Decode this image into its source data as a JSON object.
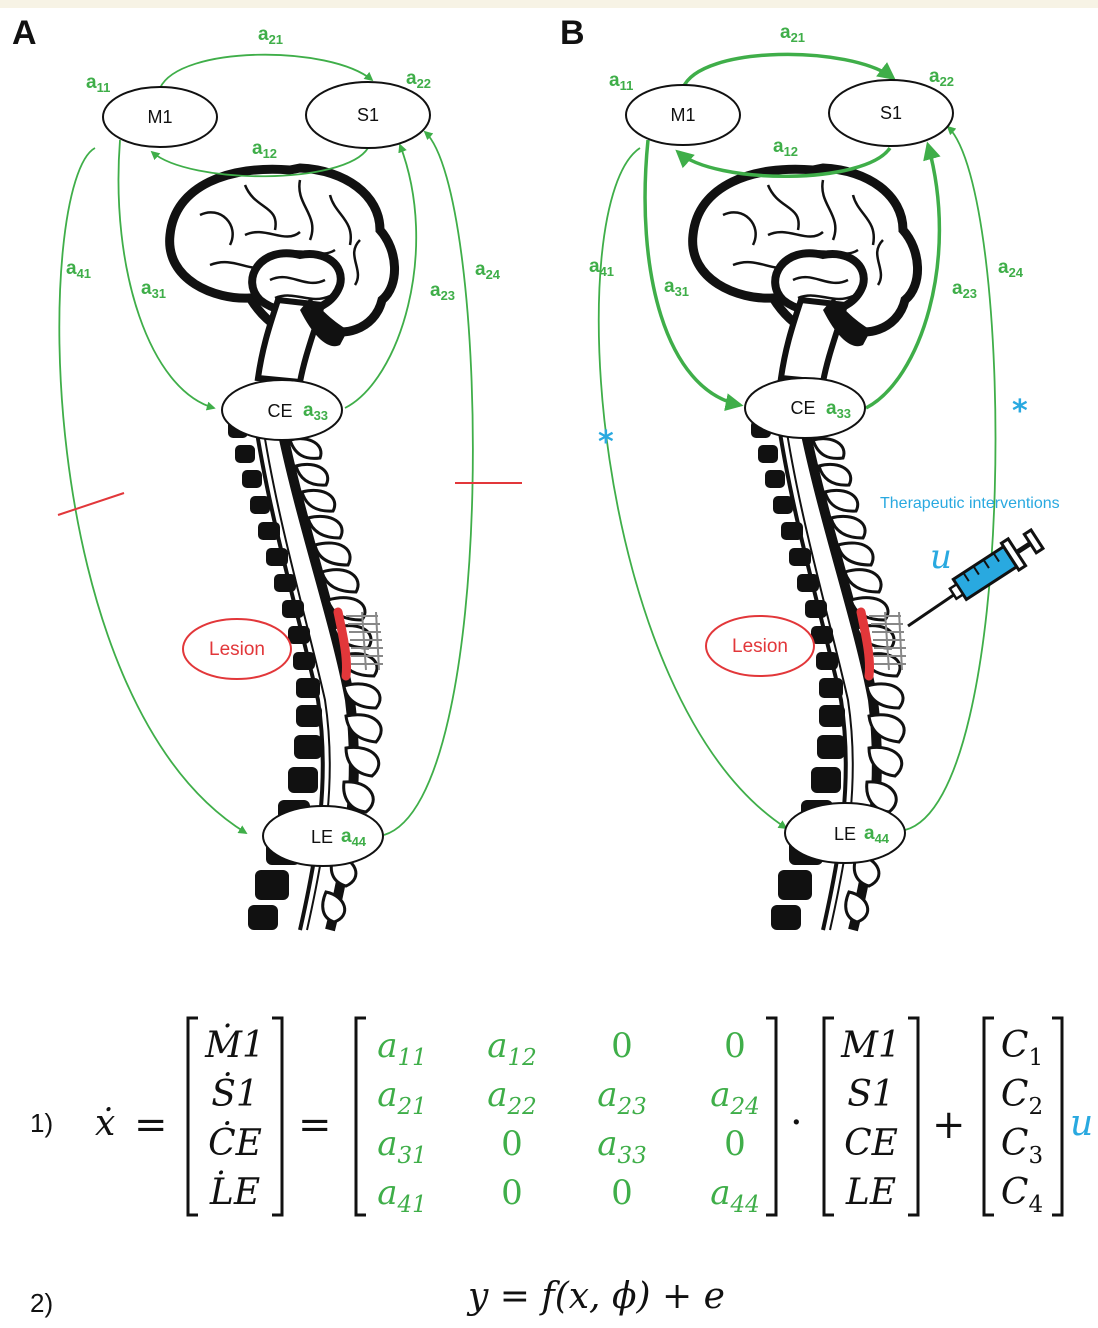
{
  "panels": {
    "a": "A",
    "b": "B"
  },
  "nodes": {
    "m1": "M1",
    "s1": "S1",
    "ce": "CE",
    "le": "LE"
  },
  "coefficients": {
    "a11": "11",
    "a12": "12",
    "a21": "21",
    "a22": "22",
    "a23": "23",
    "a24": "24",
    "a31": "31",
    "a33": "33",
    "a41": "41",
    "a44": "44",
    "letter": "a"
  },
  "lesion": "Lesion",
  "therapeutic": "Therapeutic interventions",
  "input_symbol": "u",
  "significance_marker": "*",
  "equations": {
    "eq1_number": "1)",
    "eq2_number": "2)",
    "lhs": "ẋ",
    "equals": "=",
    "dot_op": "·",
    "plus": "+",
    "state_derivs": [
      "Ṁ1",
      "Ṡ1",
      "ĊE",
      "L̇E"
    ],
    "matrix": [
      [
        "a11",
        "a12",
        "0",
        "0"
      ],
      [
        "a21",
        "a22",
        "a23",
        "a24"
      ],
      [
        "a31",
        "0",
        "a33",
        "0"
      ],
      [
        "a41",
        "0",
        "0",
        "a44"
      ]
    ],
    "state": [
      "M1",
      "S1",
      "CE",
      "LE"
    ],
    "input_coeffs": [
      [
        "C",
        "1"
      ],
      [
        "C",
        "2"
      ],
      [
        "C",
        "3"
      ],
      [
        "C",
        "4"
      ]
    ],
    "input": "u",
    "eq2": "y = f(x, ϕ) + e"
  },
  "colors": {
    "connection_green": "#3fae49",
    "lesion_red": "#e2373a",
    "intervention_blue": "#29a9e0",
    "anatomy_black": "#111111"
  }
}
